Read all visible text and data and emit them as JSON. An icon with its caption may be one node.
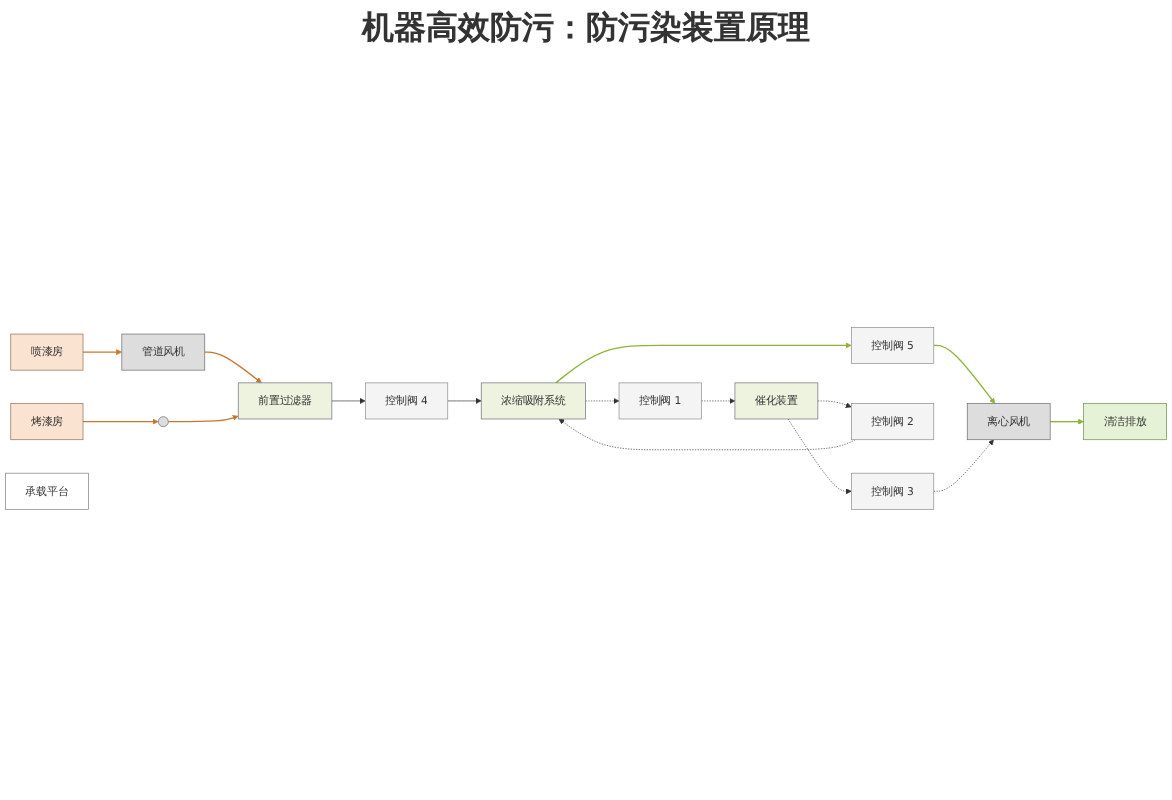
{
  "diagram": {
    "title": "机器高效防污：防污染装置原理",
    "nodes": [
      {
        "text": [
          "喷漆房"
        ]
      },
      {
        "text": [
          "烤漆房"
        ]
      },
      {
        "text": [
          "管道风机"
        ]
      },
      {
        "text": [],
        "shape": "circle"
      },
      {
        "text": [
          "前置过滤器"
        ]
      },
      {
        "text": [
          "控制阀 4"
        ]
      },
      {
        "text": [
          "浓缩吸附系统"
        ]
      },
      {
        "text": [
          "控制阀 5"
        ]
      },
      {
        "text": [
          "离心风机"
        ]
      },
      {
        "text": [
          "清洁排放"
        ]
      },
      {
        "text": [
          "控制阀 1"
        ]
      },
      {
        "text": [
          "催化装置"
        ]
      },
      {
        "text": [
          "控制阀 2"
        ]
      },
      {
        "text": [
          "控制阀 3"
        ]
      },
      {
        "text": [
          "承载平台"
        ]
      }
    ],
    "edges": [
      {
        "from": 0,
        "to": 2,
        "arrow": "to",
        "color": "#c8782e"
      },
      {
        "from": 1,
        "to": 3,
        "arrow": "to",
        "color": "#c8782e"
      },
      {
        "from": 2,
        "to": 4,
        "arrow": "to",
        "color": "#c8782e"
      },
      {
        "from": 3,
        "to": 4,
        "arrow": "to",
        "color": "#c8782e"
      },
      {
        "from": 4,
        "to": 5,
        "arrow": "to"
      },
      {
        "from": 5,
        "to": 6,
        "arrow": "to"
      },
      {
        "from": 6,
        "to": 7,
        "arrow": "to",
        "color": "#8cb43a"
      },
      {
        "from": 7,
        "to": 8,
        "arrow": "to",
        "color": "#8cb43a"
      },
      {
        "from": 8,
        "to": 9,
        "arrow": "to",
        "color": "#8cb43a"
      },
      {
        "from": 6,
        "to": 10,
        "arrow": "to",
        "style": "dashed"
      },
      {
        "from": 10,
        "to": 11,
        "arrow": "to",
        "style": "dashed"
      },
      {
        "from": 11,
        "to": 12,
        "arrow": "to",
        "style": "dashed"
      },
      {
        "from": 12,
        "to": 6,
        "arrow": "to",
        "style": "dashed"
      },
      {
        "from": 11,
        "to": 13,
        "arrow": "to",
        "style": "dashed"
      },
      {
        "from": 13,
        "to": 8,
        "arrow": "to",
        "style": "dashed"
      }
    ]
  }
}
